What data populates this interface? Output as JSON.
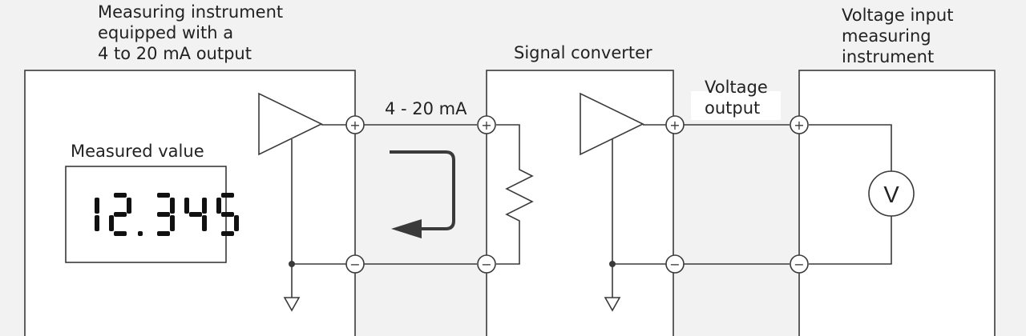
{
  "blocks": {
    "instrument_label": "Measuring instrument\nequipped with a\n4 to 20 mA output",
    "measured_value_label": "Measured value",
    "display_value": "12.345",
    "converter_label": "Signal converter",
    "voltmeter_label": "Voltage input\nmeasuring\ninstrument"
  },
  "signals": {
    "current_label": "4 - 20 mA",
    "voltage_output_label": "Voltage\noutput",
    "voltmeter_symbol": "V"
  },
  "terminals": {
    "plus": "+",
    "minus": "−"
  },
  "colors": {
    "line": "#3a3a3a",
    "background": "#f2f2f2",
    "box_fill": "#ffffff",
    "digit": "#111111"
  }
}
